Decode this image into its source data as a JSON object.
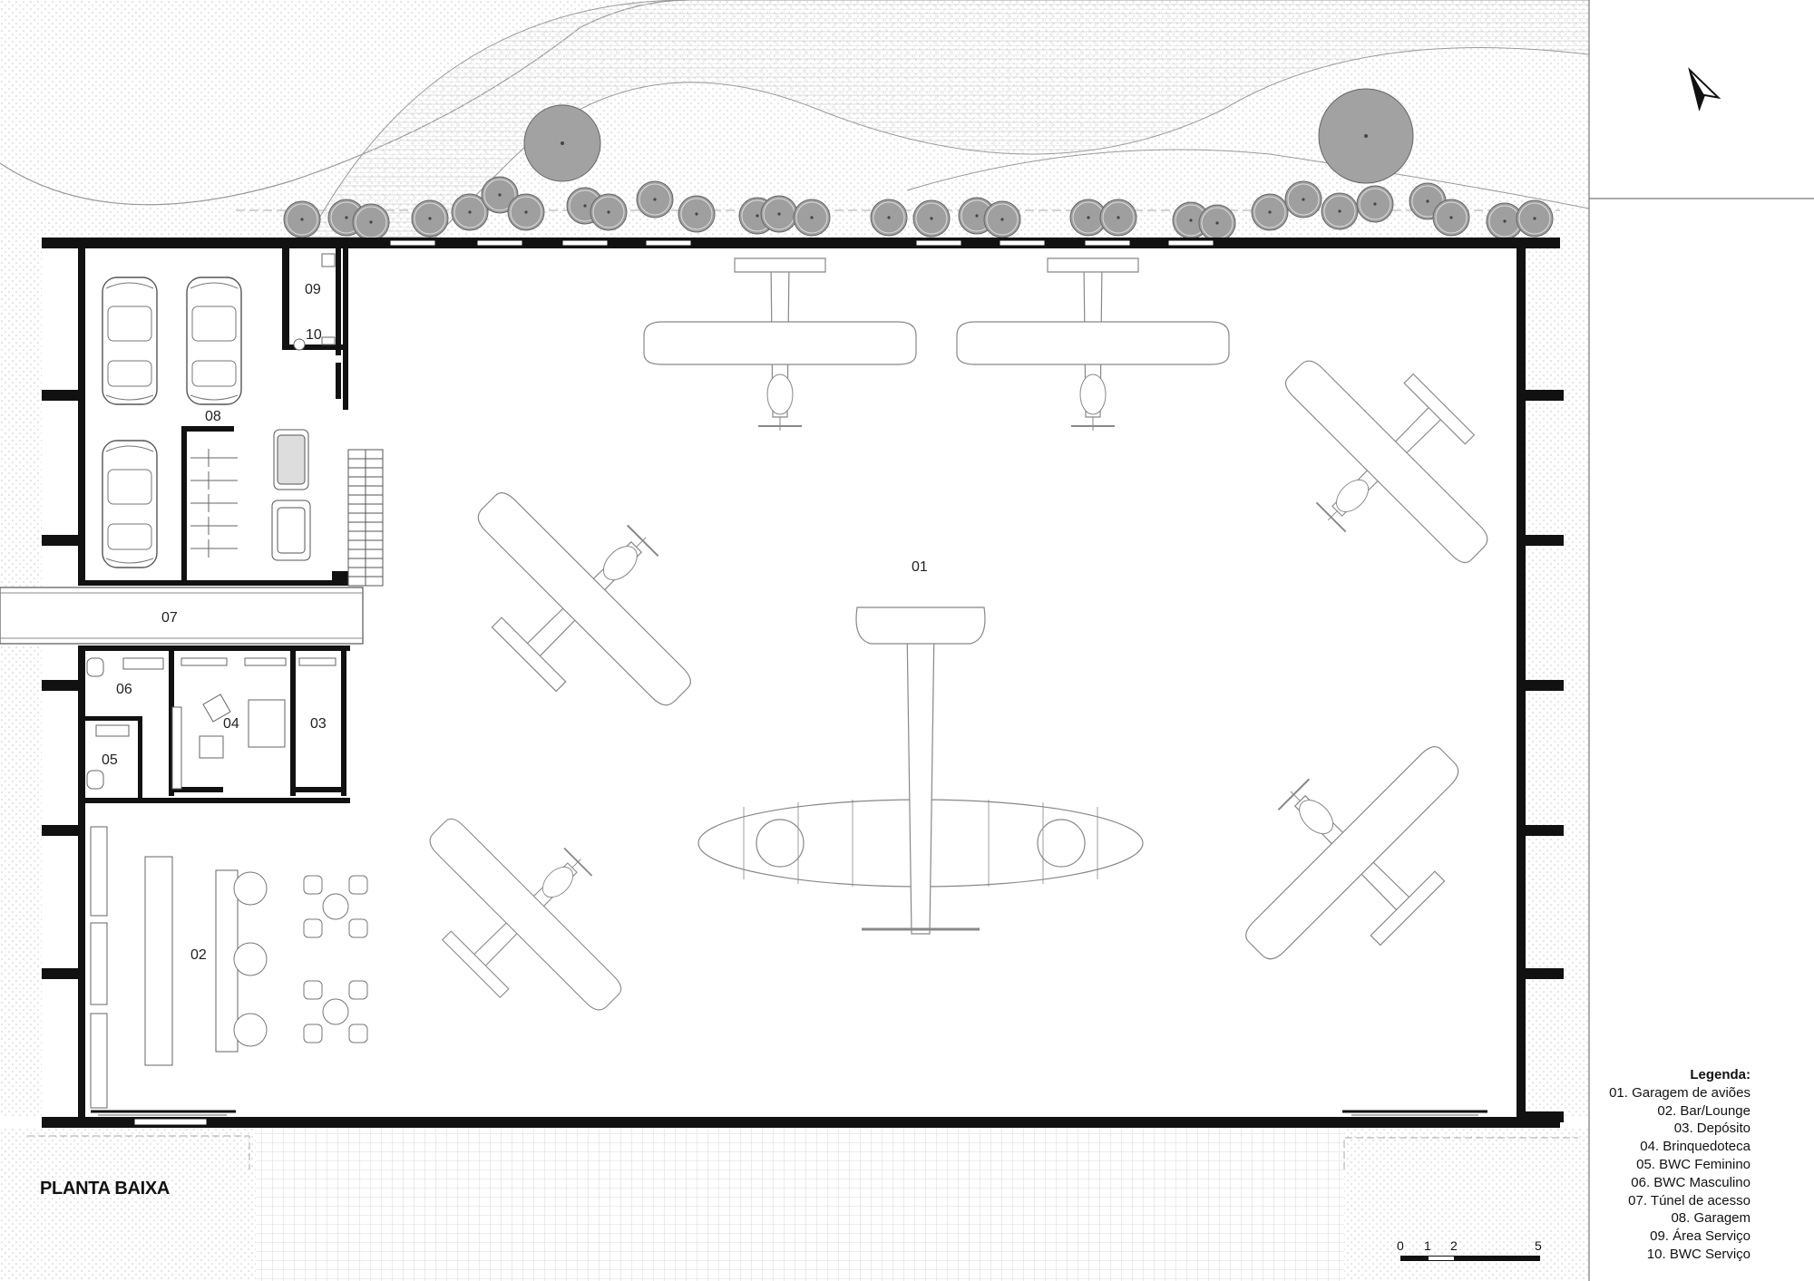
{
  "title": "PLANTA BAIXA",
  "rooms": {
    "r01": "01",
    "r02": "02",
    "r03": "03",
    "r04": "04",
    "r05": "05",
    "r06": "06",
    "r07": "07",
    "r08": "08",
    "r09": "09",
    "r10": "10"
  },
  "legend": {
    "title": "Legenda:",
    "items": [
      "01. Garagem de aviões",
      "02. Bar/Lounge",
      "03. Depósito",
      "04. Brinquedoteca",
      "05. BWC Feminino",
      "06. BWC Masculino",
      "07. Túnel de acesso",
      "08. Garagem",
      "09. Área Serviço",
      "10. BWC Serviço"
    ]
  },
  "scale": {
    "t0": "0",
    "t1": "1",
    "t2": "2",
    "t5": "5"
  },
  "icons": [
    "north-arrow-icon",
    "tree-icon",
    "car-icon",
    "airplane-icon",
    "atv-icon",
    "motorcycle-icon"
  ],
  "colors": {
    "wall": "#111111",
    "tree": "#9a9a9a",
    "line": "#8a8a8a",
    "hatch": "#d9d9d9"
  }
}
